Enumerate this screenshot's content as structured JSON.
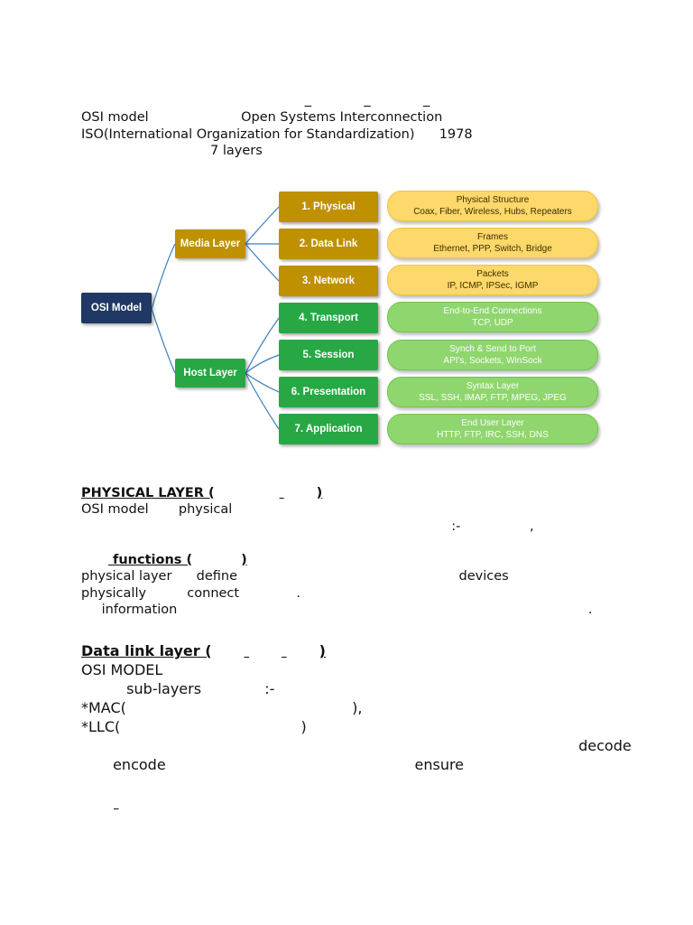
{
  "document": {
    "title_line": "",
    "intro": {
      "line1": " OSI model ",
      "line1_tail": " Open Systems Interconnection ",
      "line2": "ISO(International Organization for Standardization) ",
      "line2_tail": " 1978 ",
      "line3_tail": " 7 layers "
    },
    "diagram": {
      "root": "OSI Model",
      "groups": [
        "Media Layer",
        "Host Layer"
      ],
      "layers": [
        "1. Physical",
        "2. Data Link",
        "3. Network",
        "4. Transport",
        "5. Session",
        "6. Presentation",
        "7. Application"
      ],
      "descriptions": [
        {
          "title": "Physical Structure",
          "detail": "Coax, Fiber, Wireless, Hubs, Repeaters"
        },
        {
          "title": "Frames",
          "detail": "Ethernet, PPP, Switch, Bridge"
        },
        {
          "title": "Packets",
          "detail": "IP, ICMP, IPSec, IGMP"
        },
        {
          "title": "End-to-End Connections",
          "detail": "TCP, UDP"
        },
        {
          "title": "Synch & Send to Port",
          "detail": "API's, Sockets, WinSock"
        },
        {
          "title": "Syntax Layer",
          "detail": "SSL, SSH, IMAP, FTP, MPEG, JPEG"
        },
        {
          "title": "End User Layer",
          "detail": "HTTP, FTP, IRC, SSH, DNS"
        }
      ],
      "colors": {
        "root": "#1f3864",
        "media": "#bf9000",
        "host": "#27a844",
        "pill_yellow": "#fdd86a",
        "pill_green": "#8fd66e"
      }
    },
    "physical": {
      "heading": "PHYSICAL LAYER (",
      "heading_tail": ")",
      "line1": "OSI model ",
      "line1_mid": " physical ",
      "line2_tail": ":- ",
      "line2_tail2": ", ",
      "functions_heading": " functions (",
      "functions_tail": ")",
      "f1": "physical layer ",
      "f1_mid": " define ",
      "f1_tail": " devices ",
      "f2": "physically ",
      "f2_mid": " connect ",
      "f3": " information "
    },
    "datalink": {
      "heading": "Data link layer (",
      "heading_tail": ")",
      "line1": "OSI MODEL ",
      "line2_mid": " sub-layers ",
      "line2_tail": ":-",
      "mac": "*MAC(",
      "mac_tail": "), ",
      "llc": "*LLC(",
      "llc_tail": ")",
      "line5_tail": " decode",
      "line6_mid": " encode ",
      "line6_tail": " ensure "
    }
  }
}
